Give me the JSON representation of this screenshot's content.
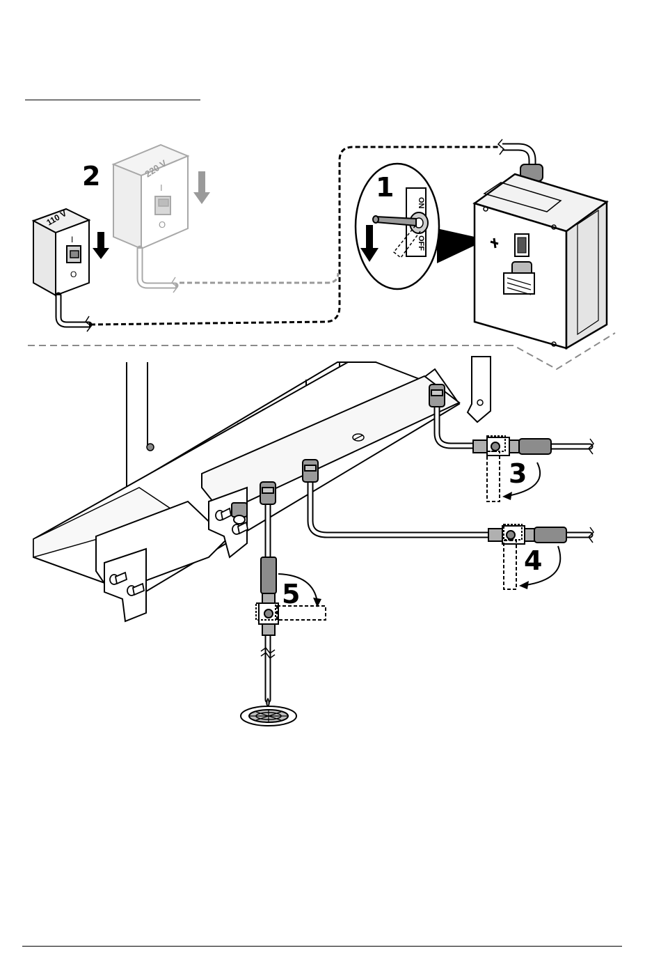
{
  "steps": {
    "s1": "1",
    "s2": "2",
    "s3": "3",
    "s4": "4",
    "s5": "5"
  },
  "switch_labels": {
    "low_voltage": "110 V",
    "high_voltage": "220 V",
    "on_mark": "I",
    "off_mark": "O"
  },
  "toggle_labels": {
    "on": "ON",
    "off": "OFF"
  },
  "icons": [
    "wall-switch-110v-icon",
    "wall-switch-220v-icon",
    "toggle-switch-icon",
    "control-box-icon",
    "ball-valve-icon",
    "floor-drain-icon",
    "down-arrow-icon",
    "curved-arrow-icon"
  ],
  "colors": {
    "line": "#000000",
    "gray": "#9a9a9a",
    "light_gray": "#d8d8d8",
    "panel_gray": "#e6e6e6"
  }
}
